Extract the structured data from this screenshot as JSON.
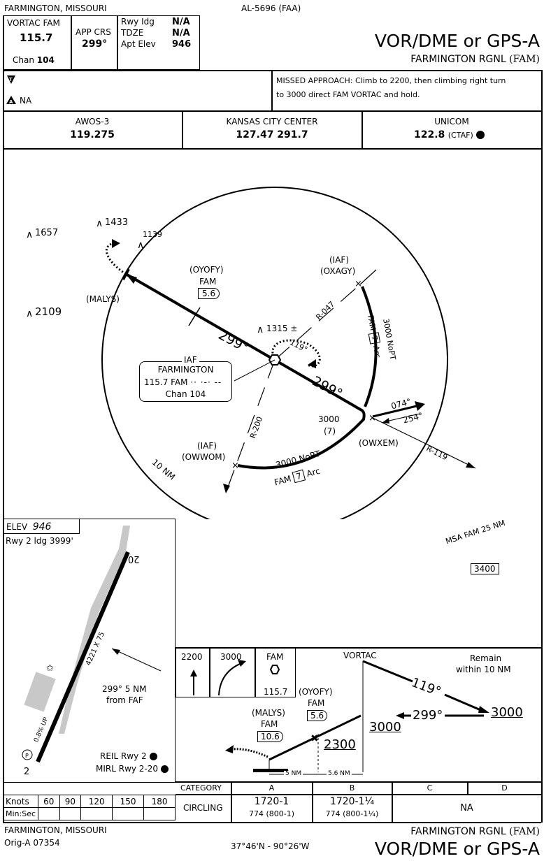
{
  "header": {
    "location": "FARMINGTON, MISSOURI",
    "procedure_number": "AL-5696 (FAA)",
    "title": "VOR/DME or GPS-A",
    "airport": "FARMINGTON RGNL",
    "airport_id": "(FAM)"
  },
  "nav_box": {
    "label": "VORTAC FAM",
    "freq": "115.7",
    "chan_label": "Chan",
    "chan_num": "104",
    "app_crs_label": "APP CRS",
    "app_crs_value": "299°",
    "rwy_ldg_label": "Rwy Idg",
    "rwy_ldg_value": "N/A",
    "tdze_label": "TDZE",
    "tdze_value": "N/A",
    "apt_elev_label": "Apt Elev",
    "apt_elev_value": "946"
  },
  "notes": {
    "na_label": "NA",
    "missed_approach_label": "MISSED APPROACH:",
    "missed_approach_line1": "Climb to 2200, then climbing right turn",
    "missed_approach_line2": "to 3000 direct FAM VORTAC and hold."
  },
  "comms": [
    {
      "name": "AWOS-3",
      "freq": "119.275",
      "extra": ""
    },
    {
      "name": "KANSAS CITY CENTER",
      "freq": "127.47  291.7",
      "extra": ""
    },
    {
      "name": "UNICOM",
      "freq": "122.8",
      "extra": "(CTAF)"
    }
  ],
  "plan_view": {
    "obstacles": [
      "1657",
      "1433",
      "1139",
      "2109",
      "1315 ±"
    ],
    "malys": "(MALYS)",
    "oyofy": "(OYOFY)",
    "oyofy_fix_name": "FAM",
    "oyofy_dme": "5.6",
    "oxagy_iaf": "(IAF)",
    "oxagy": "(OXAGY)",
    "radial_047": "R-047",
    "arc_ne_alt": "3000 NoPT",
    "arc_ne_fam": "FAM",
    "arc_ne_dme": "7",
    "arc_ne_arc": "Arc",
    "course_1": "299°",
    "course_2": "299°",
    "hold_course": "119°",
    "iaf_box_iaf": "IAF",
    "iaf_box_name": "FARMINGTON",
    "iaf_box_freq": "115.7  FAM",
    "iaf_box_chan": "Chan 104",
    "radial_200": "R-200",
    "radial_119": "R-119",
    "owwom_iaf": "(IAF)",
    "owwom": "(OWWOM)",
    "owxem": "(OWXEM)",
    "alt_3000": "3000",
    "alt_3000_dme": "(7)",
    "arc_sw_alt": "3000 NoPT",
    "arc_sw_fam": "FAM",
    "arc_sw_dme": "7",
    "arc_sw_arc": "Arc",
    "crs_074": "074°",
    "crs_254": "254°",
    "ring_label": "10 NM",
    "msa_label": "MSA FAM 25 NM",
    "msa_alt": "3400"
  },
  "airport_diagram": {
    "elev_label": "ELEV",
    "elev_value": "946",
    "rwy_ldg": "Rwy 2 ldg 3999'",
    "rwy_20": "20",
    "rwy_2": "2",
    "rwy_dims": "4221 X 75",
    "gradient": "0.8% UP",
    "from_faf_1": "299° 5 NM",
    "from_faf_2": "from FAF",
    "reil": "REIL Rwy 2",
    "mirl": "MIRL Rwy 2-20"
  },
  "profile": {
    "icon_alt_1": "2200",
    "icon_alt_2": "3000",
    "icon_fam": "FAM",
    "icon_freq": "115.7",
    "vortac": "VORTAC",
    "remain_1": "Remain",
    "remain_2": "within 10 NM",
    "hold_crs": "119°",
    "inbound_crs": "299°",
    "alt_hold": "3000",
    "alt_vortac": "3000",
    "oyofy": "(OYOFY)",
    "oyofy_fam": "FAM",
    "oyofy_dme": "5.6",
    "malys": "(MALYS)",
    "malys_fam": "FAM",
    "malys_dme": "10.6",
    "mda": "2300",
    "dist_1": "5 NM",
    "dist_2": "5.6 NM"
  },
  "minimums": {
    "category_label": "CATEGORY",
    "cats": [
      "A",
      "B",
      "C",
      "D"
    ],
    "circling_label": "CIRCLING",
    "a_value": "1720-1",
    "a_haa": "774 (800-1)",
    "b_value": "1720-1¼",
    "b_haa": "774 (800-1¼)",
    "cd_value": "NA"
  },
  "timing": {
    "knots_label": "Knots",
    "minsec_label": "Min:Sec",
    "speeds": [
      "60",
      "90",
      "120",
      "150",
      "180"
    ]
  },
  "footer": {
    "location": "FARMINGTON, MISSOURI",
    "orig": "Orig-A  07354",
    "coords": "37°46'N - 90°26'W",
    "airport": "FARMINGTON RGNL",
    "airport_id": "(FAM)",
    "title": "VOR/DME or GPS-A"
  },
  "colors": {
    "ink": "#000000",
    "runway_gray": "#c8c8c8"
  }
}
